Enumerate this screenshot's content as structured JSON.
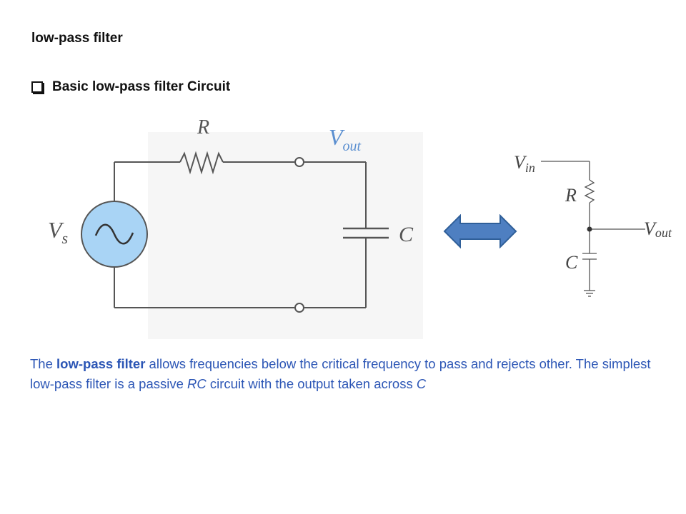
{
  "slide": {
    "title": "low-pass filter",
    "bullet": "Basic low-pass filter Circuit"
  },
  "left_circuit": {
    "resistor_label": "R",
    "vout_label_main": "V",
    "vout_label_sub": "out",
    "source_label_main": "V",
    "source_label_sub": "s",
    "capacitor_label": "C"
  },
  "right_circuit": {
    "vin_label_main": "V",
    "vin_label_sub": "in",
    "resistor_label": "R",
    "vout_label_main": "V",
    "vout_label_sub": "out",
    "capacitor_label": "C"
  },
  "description": {
    "part1": "The ",
    "highlight": "low-pass filter",
    "part2": " allows frequencies below the critical frequency to pass and rejects other. The simplest low-pass filter is a passive ",
    "rc": "RC",
    "part3": " circuit with the output taken across ",
    "c": "C"
  },
  "colors": {
    "text": "#111111",
    "description": "#2b55b5",
    "source_fill": "#a9d4f5",
    "arrow_fill": "#4e7fc1",
    "vout_label": "#5b8fd0",
    "wire": "#555555"
  }
}
